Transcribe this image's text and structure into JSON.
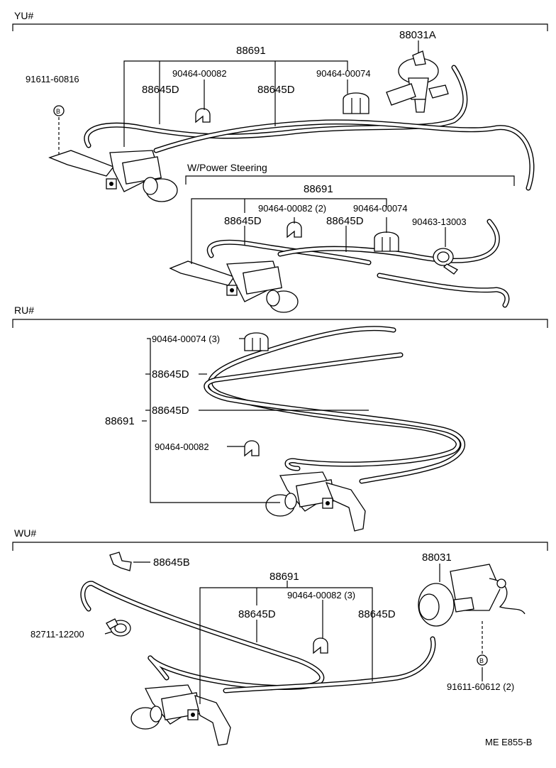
{
  "sections": {
    "yu": {
      "title": "YU#",
      "labels": {
        "assy": "88691",
        "valve": "88031A",
        "bolt": "91611-60816",
        "bolt_mark": "B",
        "hose_a": "88645D",
        "hose_b": "88645D",
        "clamp_a": "90464-00082",
        "clamp_b": "90464-00074"
      },
      "sub": {
        "title": "W/Power Steering",
        "assy": "88691",
        "clamp_a": "90464-00082 (2)",
        "clamp_b": "90464-00074",
        "hose_a": "88645D",
        "hose_b": "88645D",
        "clip": "90463-13003"
      }
    },
    "ru": {
      "title": "RU#",
      "labels": {
        "assy": "88691",
        "clamp_a": "90464-00074 (3)",
        "hose_a": "88645D",
        "hose_b": "88645D",
        "clamp_b": "90464-00082"
      }
    },
    "wu": {
      "title": "WU#",
      "labels": {
        "joint": "88645B",
        "assy": "88691",
        "clamp_a": "90464-00082 (3)",
        "hose_a": "88645D",
        "hose_b": "88645D",
        "clip": "82711-12200",
        "valve": "88031",
        "bolt": "91611-60612 (2)",
        "bolt_mark": "B"
      }
    }
  },
  "figure_code": "ME E855-B"
}
